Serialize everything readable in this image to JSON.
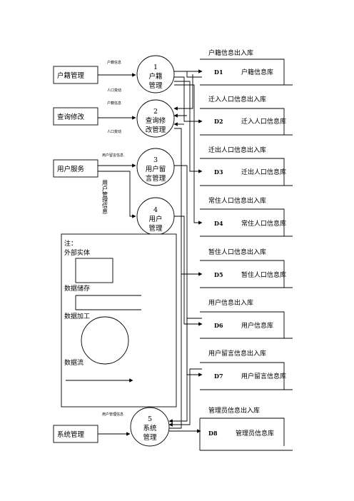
{
  "external_entities": {
    "hukou_management": "户籍管理",
    "query_modify": "查询修改",
    "user_service": "用户服务",
    "system_management": "系统管理"
  },
  "processes": [
    {
      "number": "1",
      "line1": "户籍",
      "line2": "管理"
    },
    {
      "number": "2",
      "line1": "查询修",
      "line2": "改管理"
    },
    {
      "number": "3",
      "line1": "用户留",
      "line2": "言管理"
    },
    {
      "number": "4",
      "line1": "用户",
      "line2": "管理"
    },
    {
      "number": "5",
      "line1": "系统",
      "line2": "管理"
    }
  ],
  "data_stores": [
    {
      "id": "D1",
      "name": "户籍信息库",
      "flow": "户籍信息出入库"
    },
    {
      "id": "D2",
      "name": "迁入人口信息库",
      "flow": "迁入人口信息出入库"
    },
    {
      "id": "D3",
      "name": "迁出人口信息库",
      "flow": "迁出人口信息出入库"
    },
    {
      "id": "D4",
      "name": "常住人口信息库",
      "flow": "常住人口信息出入库"
    },
    {
      "id": "D5",
      "name": "暂住人口信息库",
      "flow": "暂住人口信息出入库"
    },
    {
      "id": "D6",
      "name": "用户信息库",
      "flow": "用户信息出入库"
    },
    {
      "id": "D7",
      "name": "用户留言信息库",
      "flow": "用户留言信息出入库"
    },
    {
      "id": "D8",
      "name": "管理员信息库",
      "flow": "管理员信息出入库"
    }
  ],
  "flow_labels": {
    "f1_top": "户籍信息",
    "f1_bottom": "人口变动",
    "f2_top": "户籍信息",
    "f2_bottom": "人口变动",
    "f3": "用户留言信息",
    "f4_vertical": "用户管理信息",
    "f5": "用户管理信息"
  },
  "legend": {
    "title": "注：",
    "external_entity": "外部实体",
    "data_store": "数据储存",
    "process": "数据加工",
    "data_flow": "数据流"
  }
}
